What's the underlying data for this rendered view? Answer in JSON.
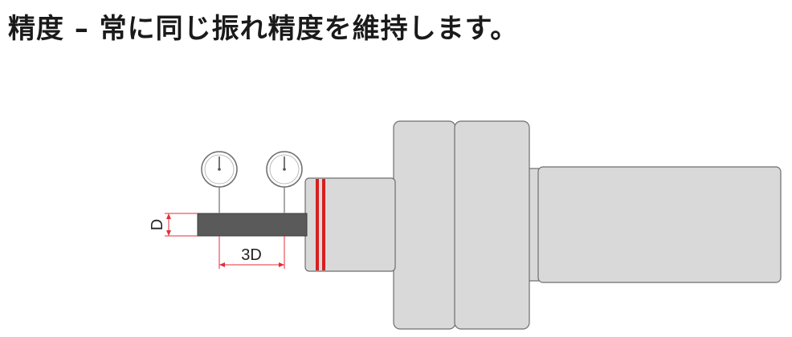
{
  "heading": "精度 – 常に同じ振れ精度を維持します。",
  "labels": {
    "diameter": "D",
    "distance": "3D"
  },
  "colors": {
    "holder_fill": "#d9d9d9",
    "outline": "#6e6e6e",
    "tool": "#5a5a5a",
    "red_ring": "#d81e1e",
    "dimension": "#e0303a"
  }
}
